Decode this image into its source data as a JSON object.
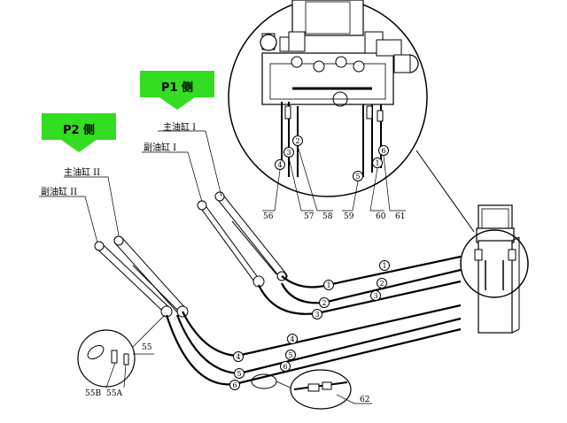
{
  "sides": {
    "p1": {
      "label": "P1 侧",
      "color": "#33dd22"
    },
    "p2": {
      "label": "P2 侧",
      "color": "#33dd22"
    }
  },
  "cylinders": {
    "p1_main": "主油缸 I",
    "p1_aux": "副油缸 I",
    "p2_main": "主油缸 II",
    "p2_aux": "副油缸 II"
  },
  "callouts": {
    "c56": "56",
    "c57": "57",
    "c58": "58",
    "c59": "59",
    "c60": "60",
    "c61": "61",
    "c55": "55",
    "c55a": "55A",
    "c55b": "55B",
    "c62": "62"
  },
  "hose_numbers": [
    "1",
    "2",
    "3",
    "4",
    "5",
    "6"
  ],
  "colors": {
    "line": "#000000",
    "callout_line": "#000000"
  }
}
